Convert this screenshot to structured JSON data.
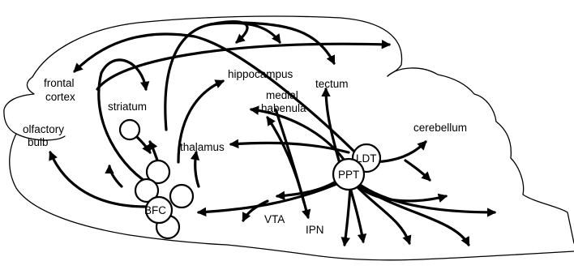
{
  "diagram": {
    "nuclei": {
      "ldt": "LDT",
      "ppt": "PPT",
      "bfc": "BFC"
    },
    "labels": {
      "frontal_cortex_1": "frontal",
      "frontal_cortex_2": "cortex",
      "olfactory_bulb_1": "olfactory",
      "olfactory_bulb_2": "bulb",
      "striatum": "striatum",
      "hippocampus": "hippocampus",
      "tectum": "tectum",
      "medial_habenula_1": "medial",
      "medial_habenula_2": "habenula",
      "cerebellum": "cerebellum",
      "thalamus": "thalamus",
      "vta": "VTA",
      "ipn": "IPN"
    }
  }
}
